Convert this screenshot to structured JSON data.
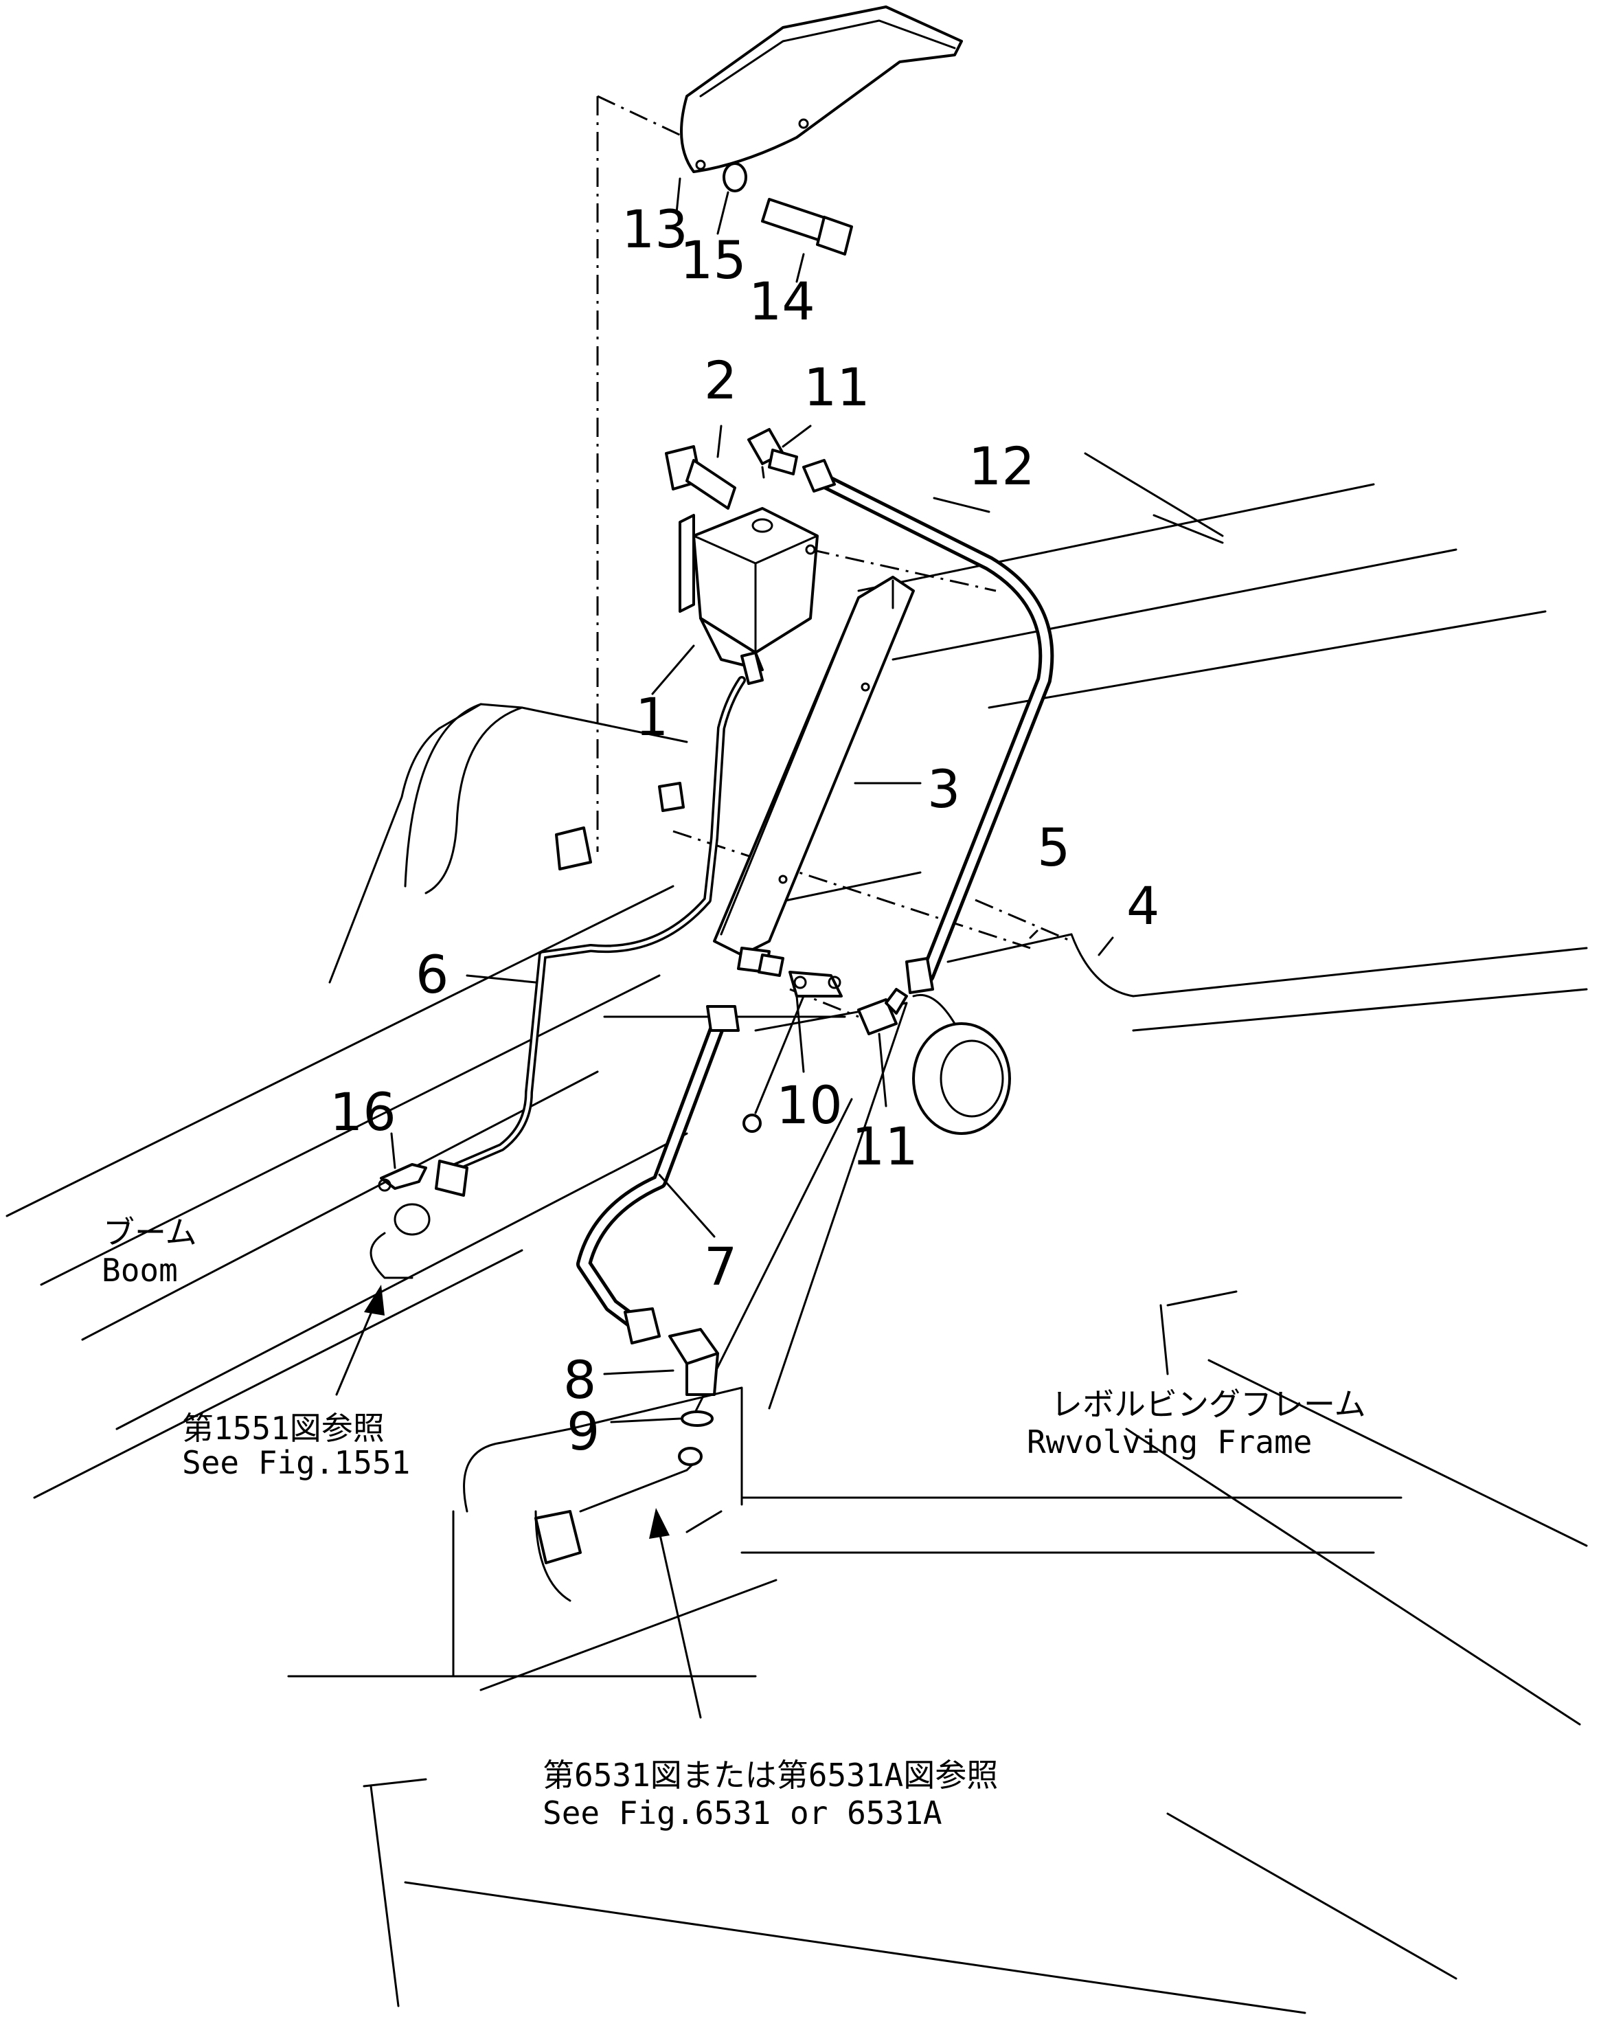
{
  "part_numbers": {
    "p1": "1",
    "p2": "2",
    "p3": "3",
    "p4": "4",
    "p5": "5",
    "p6": "6",
    "p7": "7",
    "p8": "8",
    "p9": "9",
    "p10": "10",
    "p11a": "11",
    "p11b": "11",
    "p12": "12",
    "p13": "13",
    "p14": "14",
    "p15": "15",
    "p16": "16"
  },
  "labels": {
    "boom_jp": "ブーム",
    "boom_en": "Boom",
    "frame_jp": "レボルビングフレーム",
    "frame_en": "Rwvolving Frame",
    "ref1551_jp": "第1551図参照",
    "ref1551_en": "See Fig.1551",
    "ref6531_jp": "第6531図または第6531A図参照",
    "ref6531_en": "See Fig.6531 or 6531A"
  },
  "icons": {
    "valve": "valve-block-icon",
    "bracket": "bracket-icon",
    "hose": "hose-icon",
    "elbow": "elbow-fitting-icon",
    "bolt": "bolt-icon",
    "washer": "washer-icon",
    "cover": "cover-plate-icon"
  },
  "colors": {
    "ink": "#000000",
    "paper": "#ffffff"
  }
}
